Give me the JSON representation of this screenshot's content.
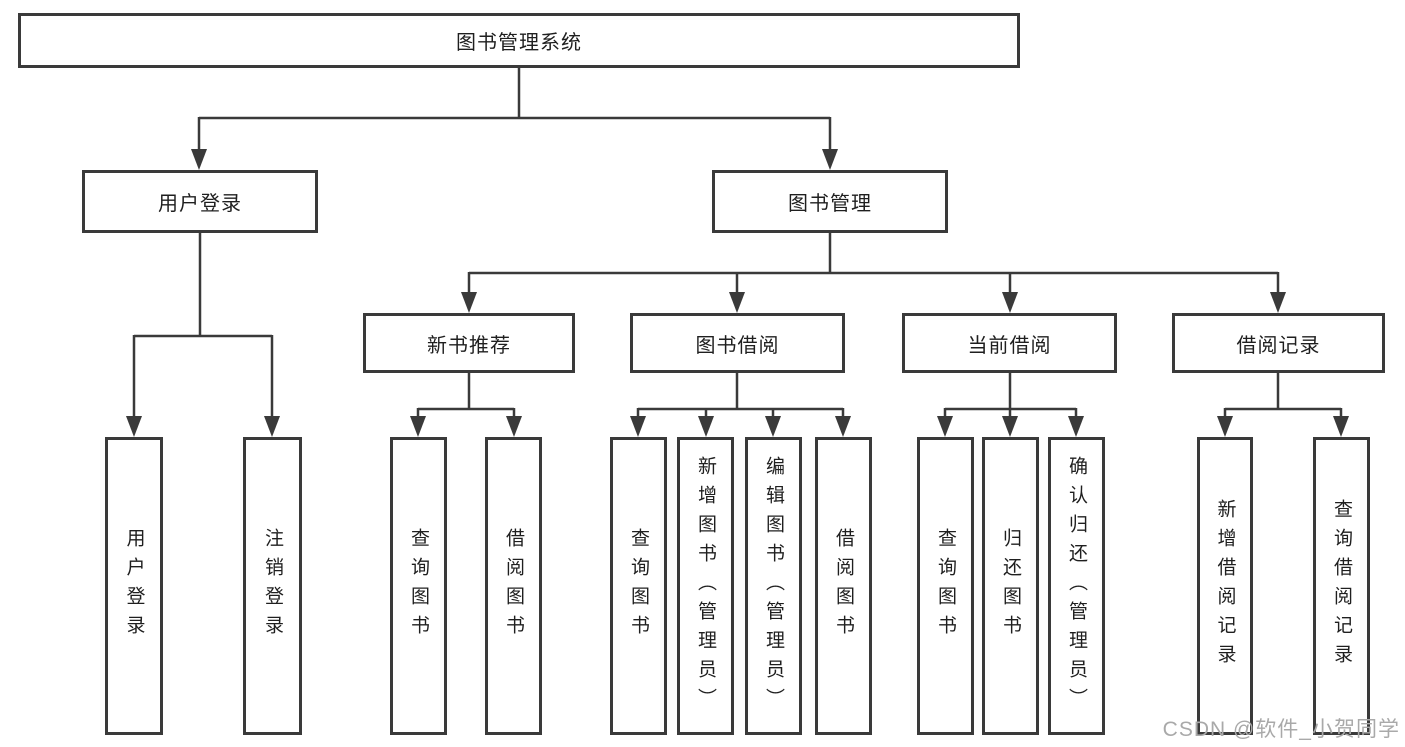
{
  "colors": {
    "line": "#3a3a3a",
    "border": "#3a3a3a",
    "text": "#1f1f1f",
    "fill": "#ffffff",
    "wm": "#a9a9a9"
  },
  "tree": {
    "root": "图书管理系统",
    "branches": [
      {
        "label": "用户登录",
        "children": [
          {
            "label": "用户登录"
          },
          {
            "label": "注销登录"
          }
        ]
      },
      {
        "label": "图书管理",
        "children": [
          {
            "label": "新书推荐",
            "children": [
              {
                "label": "查询图书"
              },
              {
                "label": "借阅图书"
              }
            ]
          },
          {
            "label": "图书借阅",
            "children": [
              {
                "label": "查询图书"
              },
              {
                "label": "新增图书（管理员）"
              },
              {
                "label": "编辑图书（管理员）"
              },
              {
                "label": "借阅图书"
              }
            ]
          },
          {
            "label": "当前借阅",
            "children": [
              {
                "label": "查询图书"
              },
              {
                "label": "归还图书"
              },
              {
                "label": "确认归还（管理员）"
              }
            ]
          },
          {
            "label": "借阅记录",
            "children": [
              {
                "label": "新增借阅记录"
              },
              {
                "label": "查询借阅记录"
              }
            ]
          }
        ]
      }
    ]
  },
  "watermark": {
    "text": "CSDN @软件_小贺同学"
  }
}
